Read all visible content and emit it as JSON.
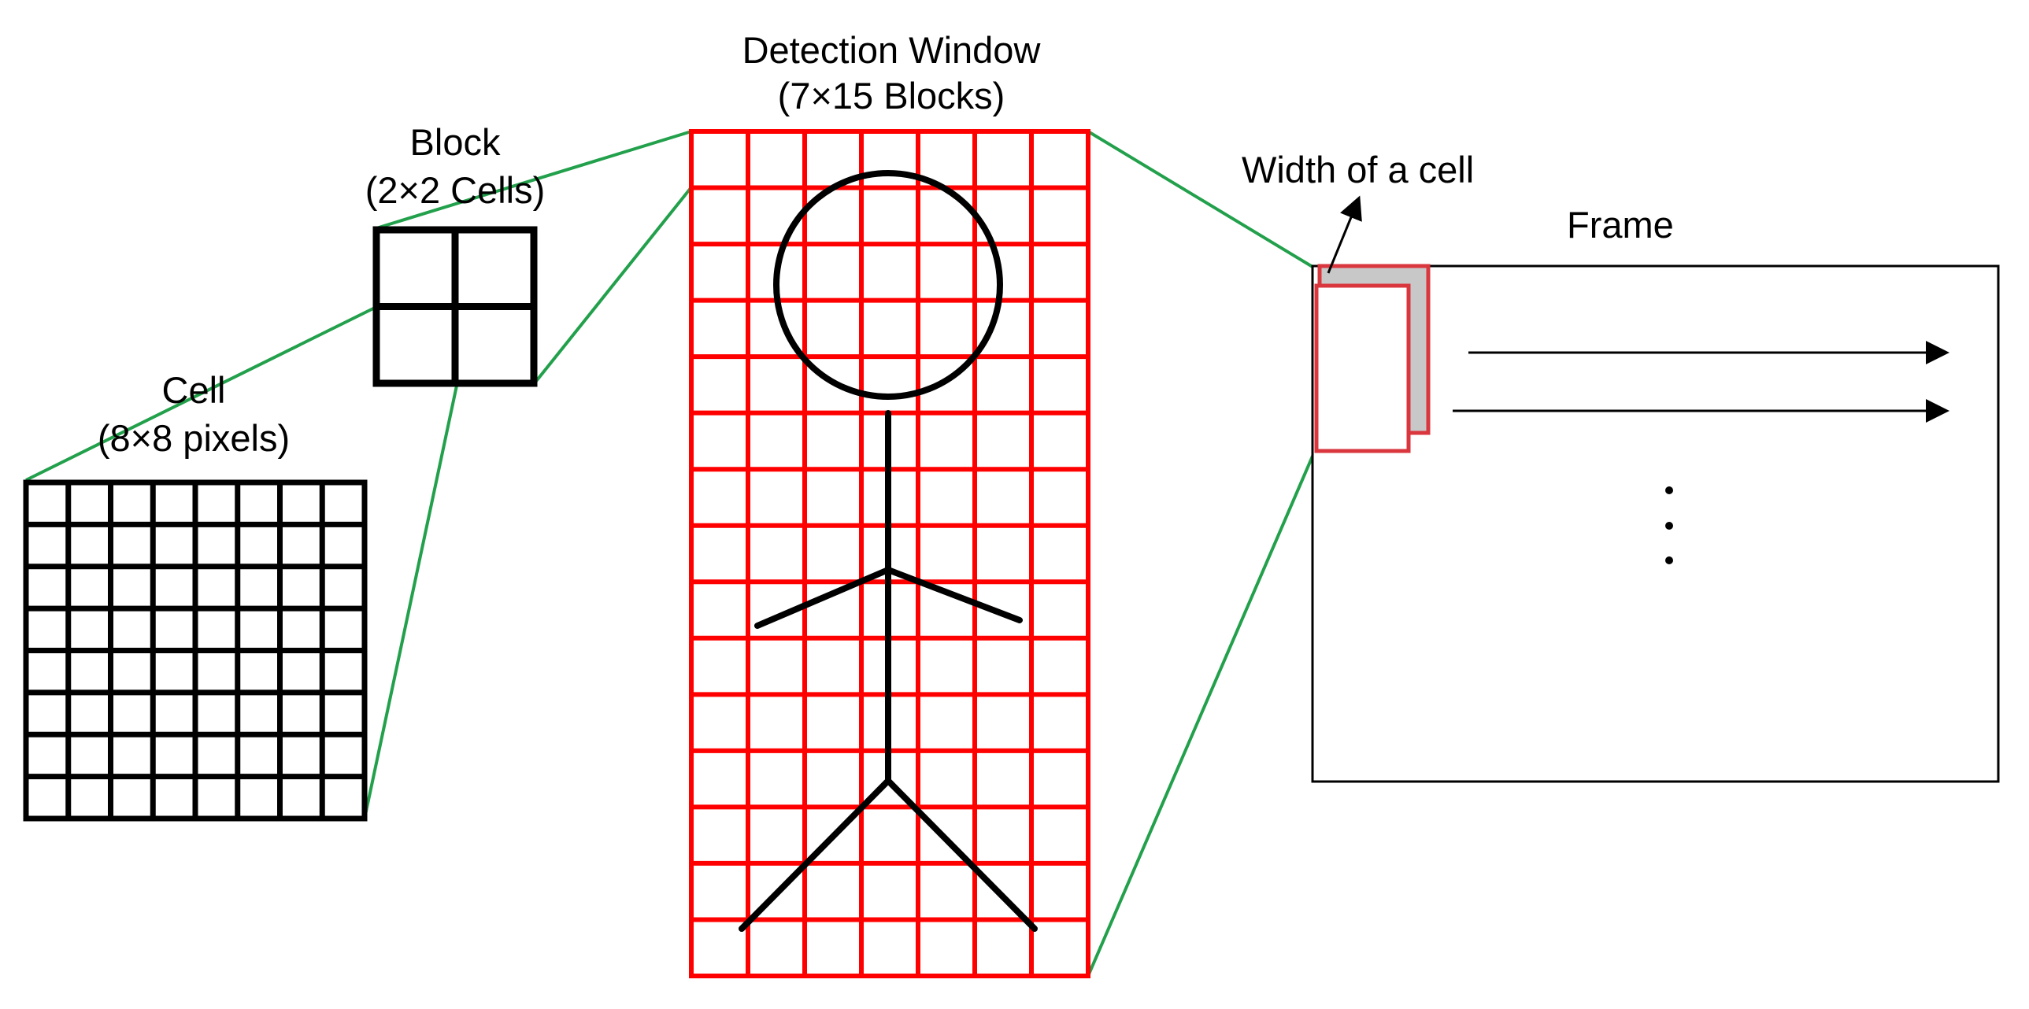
{
  "labels": {
    "detection_window_line1": "Detection Window",
    "detection_window_line2": "(7×15 Blocks)",
    "block_line1": "Block",
    "block_line2": "(2×2 Cells)",
    "cell_line1": "Cell",
    "cell_line2": "(8×8 pixels)",
    "width_of_cell": "Width of a cell",
    "frame": "Frame"
  },
  "grids": {
    "cell_grid": {
      "cols": 8,
      "rows": 8
    },
    "block_grid": {
      "cols": 2,
      "rows": 2
    },
    "window_grid": {
      "cols": 7,
      "rows": 15
    }
  },
  "colors": {
    "grid": "#000000",
    "window_grid": "#ff0000",
    "connector": "#22a04b",
    "window_outline": "#d9363e",
    "window_shadow": "#c8c8c8",
    "frame_outline": "#000000"
  }
}
